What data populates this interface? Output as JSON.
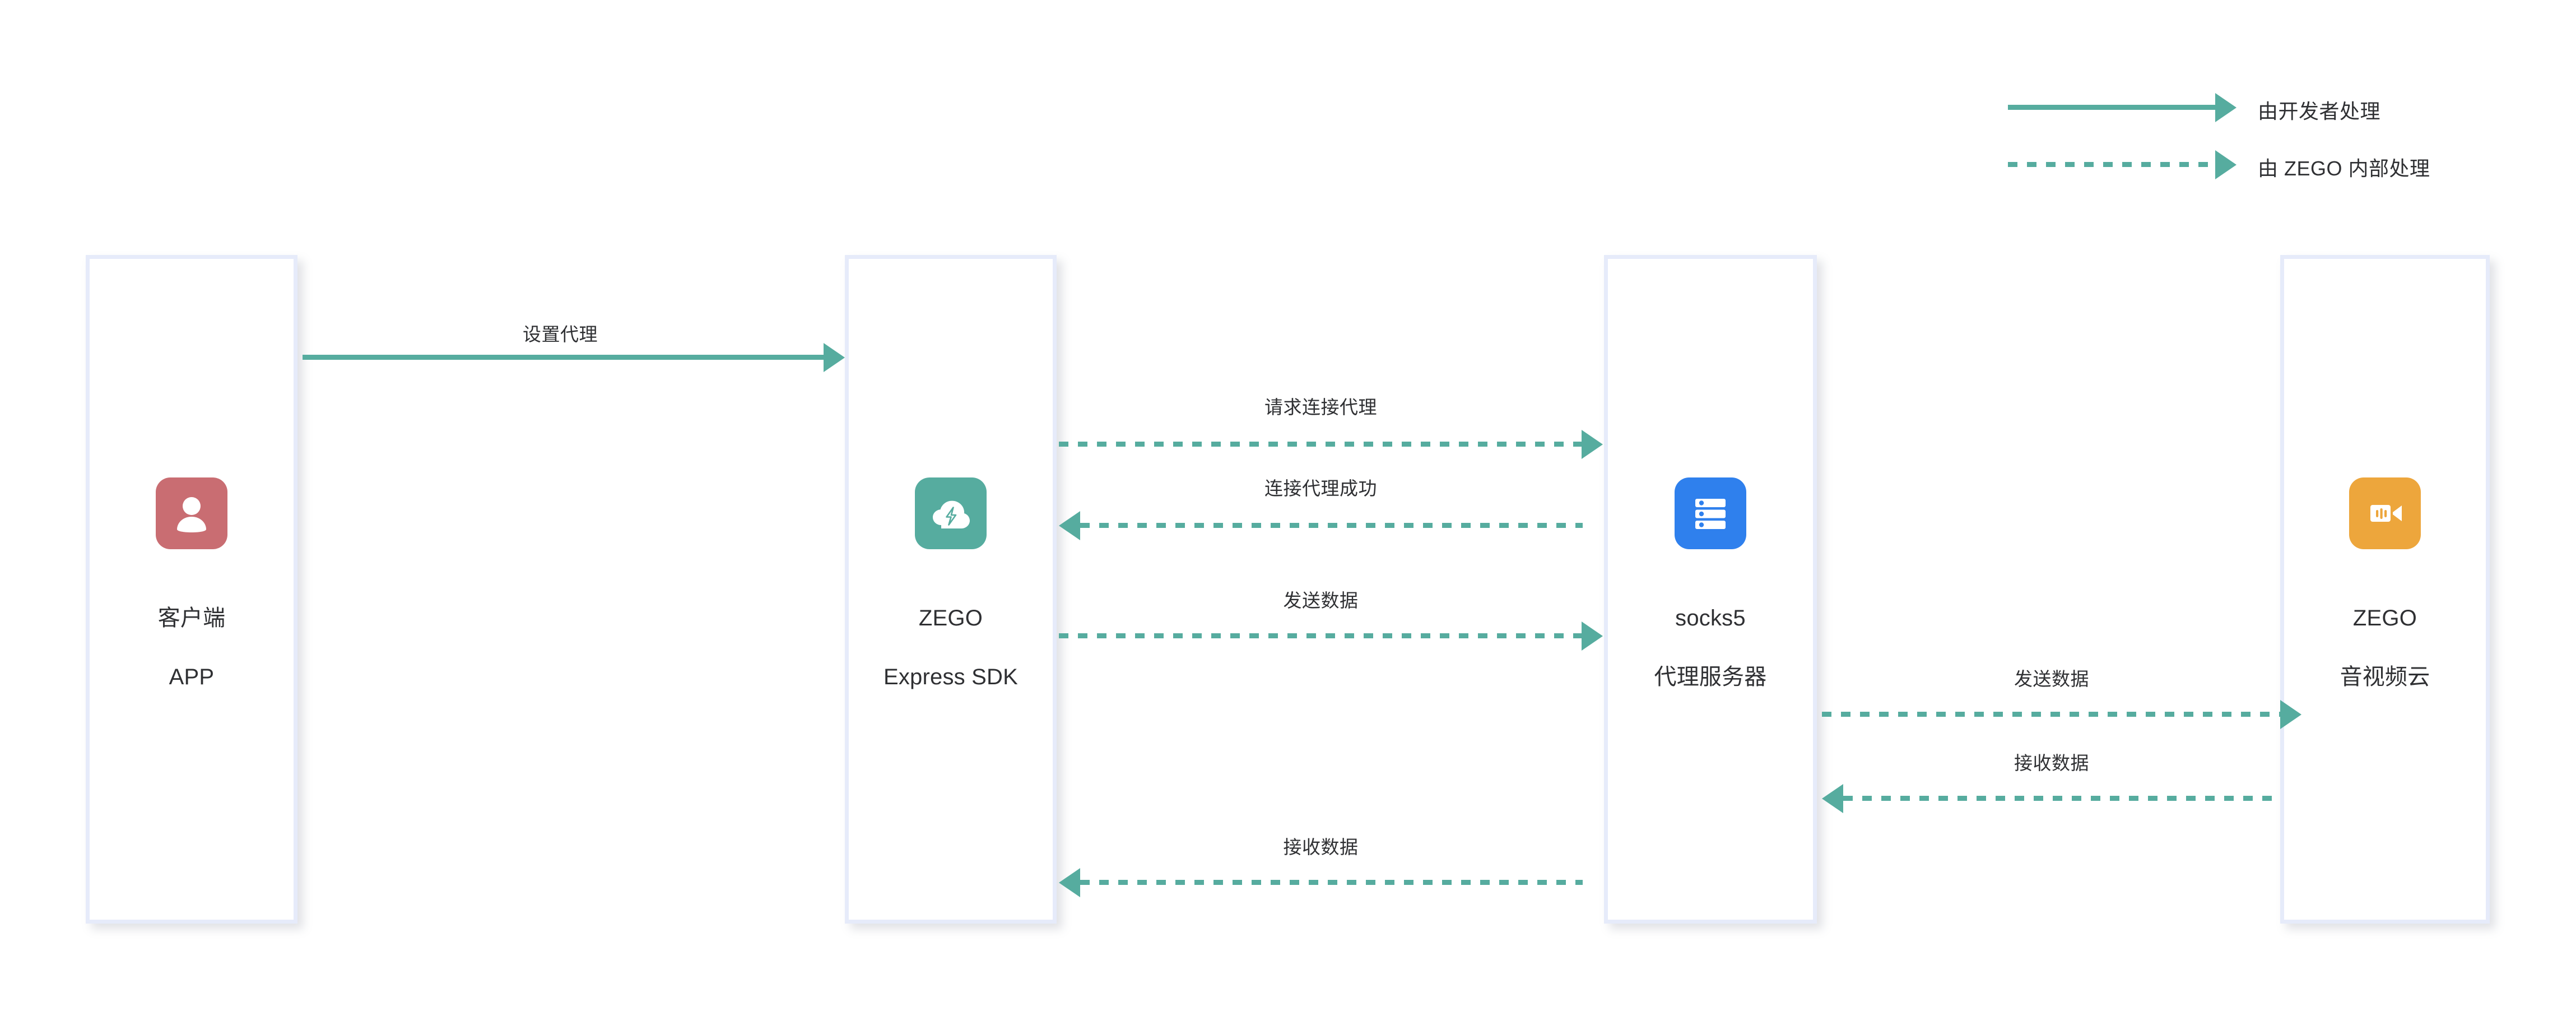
{
  "diagram": {
    "title": "ZEGO Express SDK socks5 proxy flow",
    "colors": {
      "accent_teal": "#56AC9F",
      "box_border": "#E6EBFA",
      "icon_client": "#C96D72",
      "icon_sdk": "#56AC9F",
      "icon_proxy": "#2F80ED",
      "icon_cloud": "#EDA63C",
      "text": "#2F3033",
      "background": "#FFFFFF"
    },
    "legend": {
      "items": [
        {
          "style": "solid",
          "icon": "solid-arrow-icon",
          "label": "由开发者处理"
        },
        {
          "style": "dashed",
          "icon": "dashed-arrow-icon",
          "label": "由 ZEGO 内部处理"
        }
      ]
    },
    "nodes": [
      {
        "id": "client-app",
        "icon": "person-icon",
        "icon_color": "#C96D72",
        "label_line1": "客户端",
        "label_line2": "APP"
      },
      {
        "id": "zego-express-sdk",
        "icon": "cloud-lightning-icon",
        "icon_color": "#56AC9F",
        "label_line1": "ZEGO",
        "label_line2": "Express SDK"
      },
      {
        "id": "socks5-proxy-server",
        "icon": "server-rack-icon",
        "icon_color": "#2F80ED",
        "label_line1": "socks5",
        "label_line2": "代理服务器"
      },
      {
        "id": "zego-av-cloud",
        "icon": "video-camera-icon",
        "icon_color": "#EDA63C",
        "label_line1": "ZEGO",
        "label_line2": "音视频云"
      }
    ],
    "connections": [
      {
        "id": "set-proxy",
        "label": "设置代理",
        "from": "client-app",
        "to": "zego-express-sdk",
        "direction": "right",
        "style": "solid"
      },
      {
        "id": "request-connect-proxy",
        "label": "请求连接代理",
        "from": "zego-express-sdk",
        "to": "socks5-proxy-server",
        "direction": "right",
        "style": "dashed"
      },
      {
        "id": "connect-proxy-success",
        "label": "连接代理成功",
        "from": "socks5-proxy-server",
        "to": "zego-express-sdk",
        "direction": "left",
        "style": "dashed"
      },
      {
        "id": "send-data-sdk-proxy",
        "label": "发送数据",
        "from": "zego-express-sdk",
        "to": "socks5-proxy-server",
        "direction": "right",
        "style": "dashed"
      },
      {
        "id": "receive-data-proxy-sdk",
        "label": "接收数据",
        "from": "socks5-proxy-server",
        "to": "zego-express-sdk",
        "direction": "left",
        "style": "dashed"
      },
      {
        "id": "send-data-proxy-cloud",
        "label": "发送数据",
        "from": "socks5-proxy-server",
        "to": "zego-av-cloud",
        "direction": "right",
        "style": "dashed"
      },
      {
        "id": "receive-data-cloud-proxy",
        "label": "接收数据",
        "from": "zego-av-cloud",
        "to": "socks5-proxy-server",
        "direction": "left",
        "style": "dashed"
      }
    ]
  }
}
